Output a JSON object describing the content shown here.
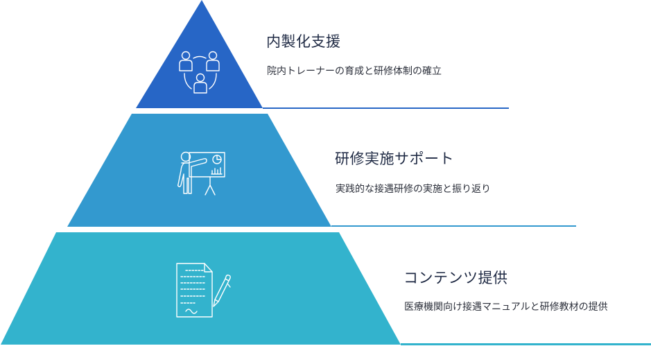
{
  "diagram": {
    "type": "pyramid",
    "colors": {
      "tier1": "#2766c6",
      "tier2": "#3399cf",
      "tier3": "#33b3cd",
      "text": "#1f2a44",
      "icon_stroke": "#ffffff"
    },
    "tiers": [
      {
        "title": "内製化支援",
        "description": "院内トレーナーの育成と研修体制の確立",
        "icon": "team-network-icon"
      },
      {
        "title": "研修実施サポート",
        "description": "実践的な接遇研修の実施と振り返り",
        "icon": "presenter-whiteboard-icon"
      },
      {
        "title": "コンテンツ提供",
        "description": "医療機関向け接遇マニュアルと研修教材の提供",
        "icon": "document-pen-icon"
      }
    ]
  }
}
